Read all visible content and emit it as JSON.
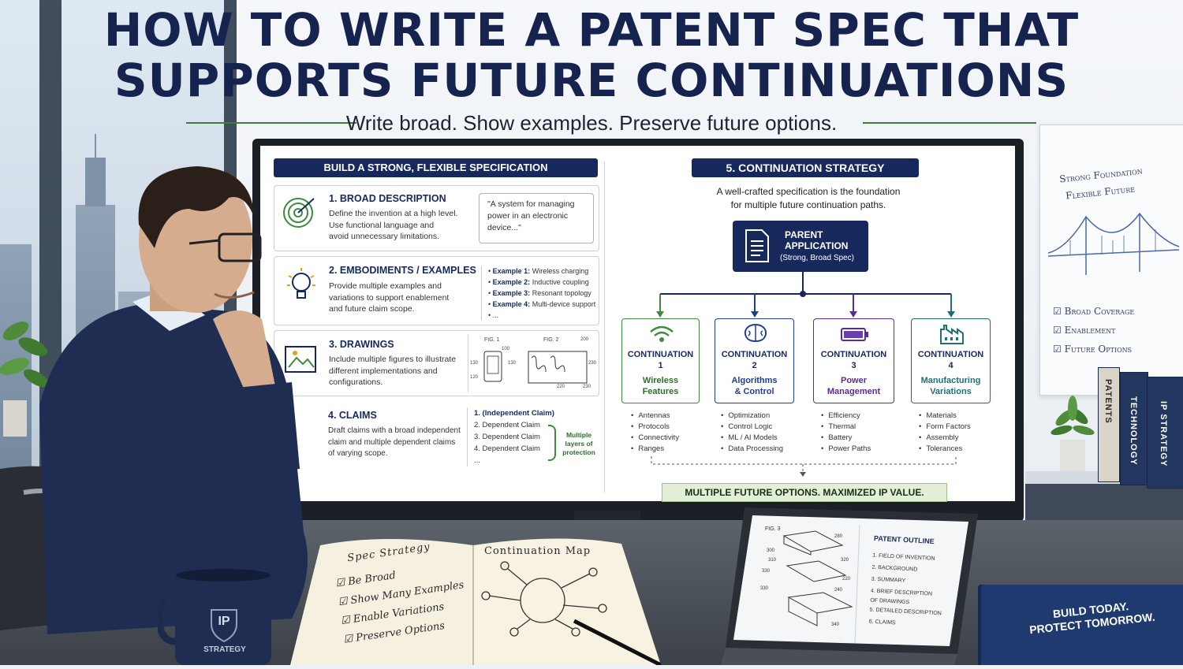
{
  "header": {
    "title_line1": "HOW TO WRITE A PATENT SPEC THAT",
    "title_line2": "SUPPORTS FUTURE CONTINUATIONS",
    "subtitle": "Write broad. Show examples. Preserve future options."
  },
  "left_panel": {
    "heading": "BUILD A STRONG, FLEXIBLE SPECIFICATION",
    "broad": {
      "title": "1. BROAD DESCRIPTION",
      "body": [
        "Define the invention at a high level.",
        "Use functional language and",
        "avoid unnecessary limitations."
      ],
      "quote": [
        "\"A system for managing",
        "power in an electronic",
        "device...\""
      ],
      "icon": "target-icon"
    },
    "embodiments": {
      "title": "2. EMBODIMENTS / EXAMPLES",
      "body": [
        "Provide multiple examples and",
        "variations to support enablement",
        "and future claim scope."
      ],
      "examples": [
        {
          "label": "Example 1:",
          "text": "Wireless charging"
        },
        {
          "label": "Example 2:",
          "text": "Inductive coupling"
        },
        {
          "label": "Example 3:",
          "text": "Resonant topology"
        },
        {
          "label": "Example 4:",
          "text": "Multi-device support"
        }
      ],
      "more": "...",
      "icon": "lightbulb-icon"
    },
    "drawings": {
      "title": "3. DRAWINGS",
      "body": [
        "Include multiple figures to illustrate",
        "different implementations and",
        "configurations."
      ],
      "fig1": "FIG. 1",
      "fig2": "FIG. 2",
      "refs": [
        "100",
        "130",
        "120",
        "130",
        "200",
        "230",
        "220",
        "230"
      ],
      "icon": "image-icon"
    },
    "claims": {
      "title": "4. CLAIMS",
      "body": [
        "Draft claims with a broad independent",
        "claim and multiple dependent claims",
        "of varying scope."
      ],
      "list": [
        "1. (Independent Claim)",
        "2. Dependent Claim",
        "3. Dependent Claim",
        "4. Dependent Claim",
        "..."
      ],
      "bracket_note": [
        "Multiple",
        "layers of",
        "protection"
      ]
    }
  },
  "right_panel": {
    "heading": "5. CONTINUATION STRATEGY",
    "intro": [
      "A well-crafted specification is the foundation",
      "for multiple future continuation paths."
    ],
    "parent": {
      "line1": "PARENT",
      "line2": "APPLICATION",
      "line3": "(Strong, Broad Spec)",
      "icon": "document-icon"
    },
    "continuations": [
      {
        "title": "CONTINUATION",
        "num": "1",
        "sub1": "Wireless",
        "sub2": "Features",
        "color": "#3f8a3e",
        "icon": "wifi-icon",
        "bullets": [
          "Antennas",
          "Protocols",
          "Connectivity",
          "Ranges"
        ]
      },
      {
        "title": "CONTINUATION",
        "num": "2",
        "sub1": "Algorithms",
        "sub2": "& Control",
        "color": "#1f3f8f",
        "icon": "brain-icon",
        "bullets": [
          "Optimization",
          "Control Logic",
          "ML / AI Models",
          "Data Processing"
        ]
      },
      {
        "title": "CONTINUATION",
        "num": "3",
        "sub1": "Power",
        "sub2": "Management",
        "color": "#5b2d8f",
        "icon": "battery-icon",
        "bullets": [
          "Efficiency",
          "Thermal",
          "Battery",
          "Power Paths"
        ]
      },
      {
        "title": "CONTINUATION",
        "num": "4",
        "sub1": "Manufacturing",
        "sub2": "Variations",
        "color": "#1f6f78",
        "icon": "factory-icon",
        "bullets": [
          "Materials",
          "Form Factors",
          "Assembly",
          "Tolerances"
        ]
      }
    ],
    "banner": "MULTIPLE FUTURE OPTIONS. MAXIMIZED IP VALUE."
  },
  "whiteboard": {
    "line1": "Strong Foundation",
    "line2": "Flexible Future",
    "checks": [
      "Broad Coverage",
      "Enablement",
      "Future Options"
    ]
  },
  "shelf_books": [
    "IP STRATEGY",
    "TECHNOLOGY",
    "PATENTS"
  ],
  "notebook": {
    "left_title": "Spec Strategy",
    "left_items": [
      "Be Broad",
      "Show Many Examples",
      "Enable Variations",
      "Preserve Options"
    ],
    "right_title": "Continuation Map"
  },
  "laptop": {
    "fig": "FIG. 3",
    "refs": [
      "280",
      "300",
      "310",
      "320",
      "330",
      "220",
      "240",
      "330",
      "340"
    ],
    "outline_title": "PATENT OUTLINE",
    "outline": [
      "1. FIELD OF INVENTION",
      "2. BACKGROUND",
      "3. SUMMARY",
      "4. BRIEF DESCRIPTION",
      "OF DRAWINGS",
      "5. DETAILED DESCRIPTION",
      "6. CLAIMS"
    ]
  },
  "mug": {
    "line1": "IP",
    "line2": "STRATEGY"
  },
  "book": {
    "line1": "BUILD TODAY.",
    "line2": "PROTECT TOMORROW."
  }
}
